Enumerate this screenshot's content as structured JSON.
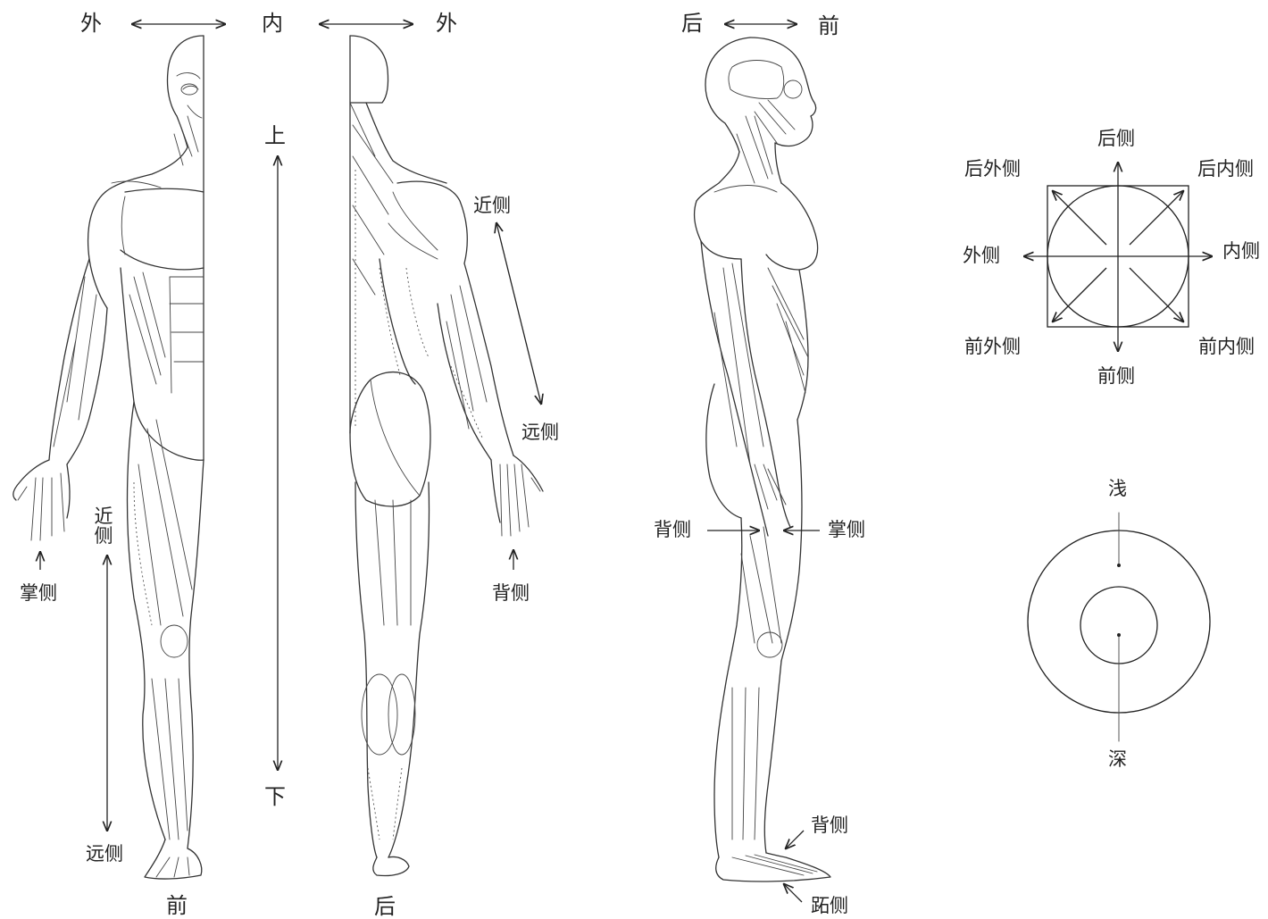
{
  "front_view": {
    "top_left_label": "外",
    "top_center_label": "内",
    "top_right_label": "外",
    "up_label": "上",
    "down_label": "下",
    "palm_label": "掌侧",
    "proximal_label": "近侧",
    "distal_label": "远侧",
    "caption": "前"
  },
  "back_view": {
    "proximal_label": "近侧",
    "distal_label": "远侧",
    "dorsal_label": "背侧",
    "caption": "后"
  },
  "side_view": {
    "posterior_label": "后",
    "anterior_label": "前",
    "dorsal_hand_label": "背侧",
    "palmar_hand_label": "掌侧",
    "dorsal_foot_label": "背侧",
    "plantar_foot_label": "跖侧"
  },
  "direction_square": {
    "posterior": "后侧",
    "posterolateral": "后外侧",
    "posteromedial": "后内侧",
    "lateral": "外侧",
    "medial": "内侧",
    "anterolateral": "前外侧",
    "anteromedial": "前内侧",
    "anterior": "前侧"
  },
  "depth_circles": {
    "superficial": "浅",
    "deep": "深"
  },
  "colors": {
    "line": "#222222",
    "background": "#ffffff"
  }
}
